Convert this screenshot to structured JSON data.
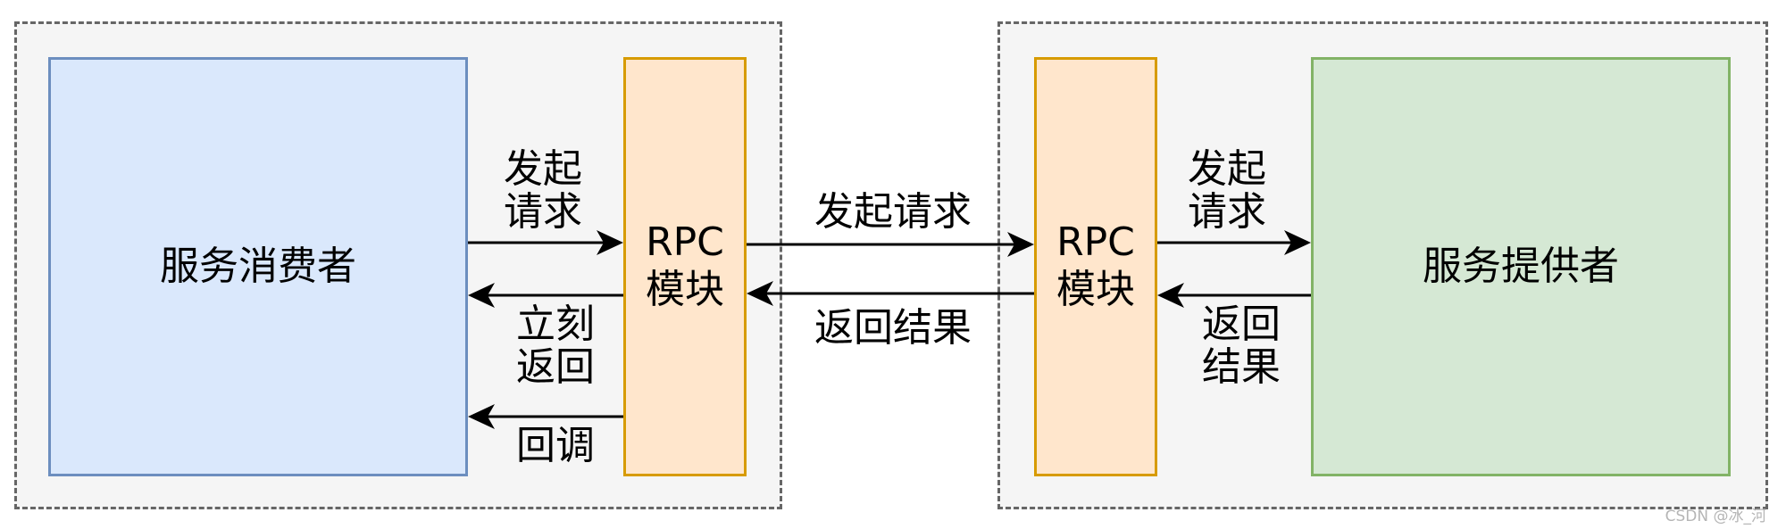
{
  "consumer_side": {
    "consumer_label": "服务消费者",
    "rpc_label": "RPC\n模块",
    "edges": {
      "request": "发起\n请求",
      "immediate_return": "立刻\n返回",
      "callback": "回调"
    }
  },
  "middle_edges": {
    "request": "发起请求",
    "return": "返回结果"
  },
  "provider_side": {
    "provider_label": "服务提供者",
    "rpc_label": "RPC\n模块",
    "edges": {
      "request": "发起\n请求",
      "return": "返回\n结果"
    }
  },
  "watermark": "CSDN @冰_河",
  "colors": {
    "consumer_fill": "#dae8fc",
    "provider_fill": "#d5e8d4",
    "rpc_fill": "#ffe6cc",
    "group_fill": "#f5f5f5"
  }
}
